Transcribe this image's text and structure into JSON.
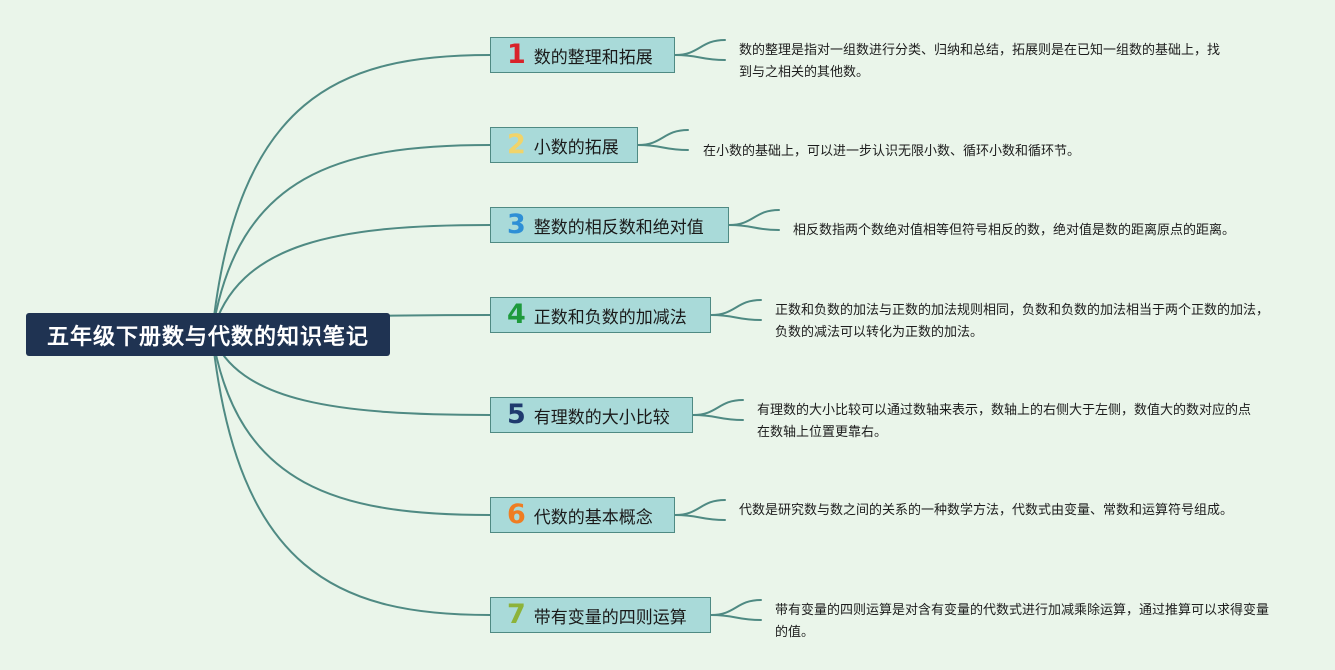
{
  "root": {
    "title": "五年级下册数与代数的知识笔记"
  },
  "colors": {
    "background": "#eaf5ea",
    "root_fill": "#1f3352",
    "topic_fill": "#a9dad9",
    "topic_border": "#4f8a83",
    "connector": "#4f8a83"
  },
  "topics": [
    {
      "number": "1",
      "number_color": "#d8232a",
      "label": "数的整理和拓展",
      "description": "数的整理是指对一组数进行分类、归纳和总结，拓展则是在已知一组数的基础上，找到与之相关的其他数。"
    },
    {
      "number": "2",
      "number_color": "#f1d46a",
      "label": "小数的拓展",
      "description": "在小数的基础上，可以进一步认识无限小数、循环小数和循环节。"
    },
    {
      "number": "3",
      "number_color": "#2e8fd6",
      "label": "整数的相反数和绝对值",
      "description": "相反数指两个数绝对值相等但符号相反的数，绝对值是数的距离原点的距离。"
    },
    {
      "number": "4",
      "number_color": "#1e9a3c",
      "label": "正数和负数的加减法",
      "description": "正数和负数的加法与正数的加法规则相同，负数和负数的加法相当于两个正数的加法，负数的减法可以转化为正数的加法。"
    },
    {
      "number": "5",
      "number_color": "#1f3a6e",
      "label": "有理数的大小比较",
      "description": "有理数的大小比较可以通过数轴来表示，数轴上的右侧大于左侧，数值大的数对应的点在数轴上位置更靠右。"
    },
    {
      "number": "6",
      "number_color": "#ef7d22",
      "label": "代数的基本概念",
      "description": "代数是研究数与数之间的关系的一种数学方法，代数式由变量、常数和运算符号组成。"
    },
    {
      "number": "7",
      "number_color": "#8db33a",
      "label": "带有变量的四则运算",
      "description": "带有变量的四则运算是对含有变量的代数式进行加减乘除运算，通过推算可以求得变量的值。"
    }
  ]
}
